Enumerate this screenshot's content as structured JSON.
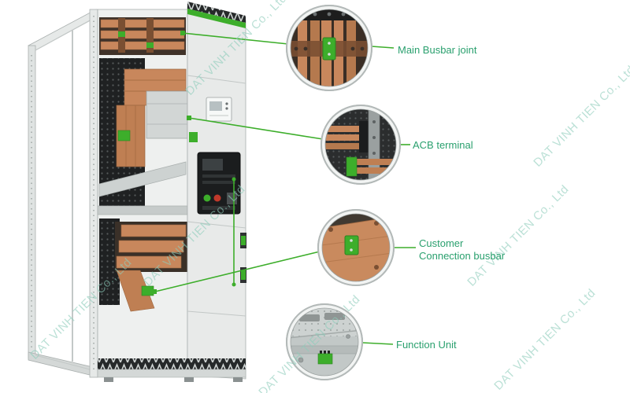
{
  "diagram": {
    "watermark": "DAT VINH TIEN Co., Ltd",
    "callouts": [
      {
        "id": "main-busbar-joint",
        "label": "Main Busbar joint"
      },
      {
        "id": "acb-terminal",
        "label": "ACB terminal"
      },
      {
        "id": "customer-connection-busbar",
        "label": "Customer Connection busbar"
      },
      {
        "id": "function-unit",
        "label": "Function Unit"
      }
    ],
    "colors": {
      "accent_green": "#3dae2b",
      "label_green": "#2aa06e",
      "copper": "#c8875c",
      "watermark": "#8ecdbb",
      "enclosure": "#e8eae9",
      "panel_black": "#1f2122"
    }
  }
}
